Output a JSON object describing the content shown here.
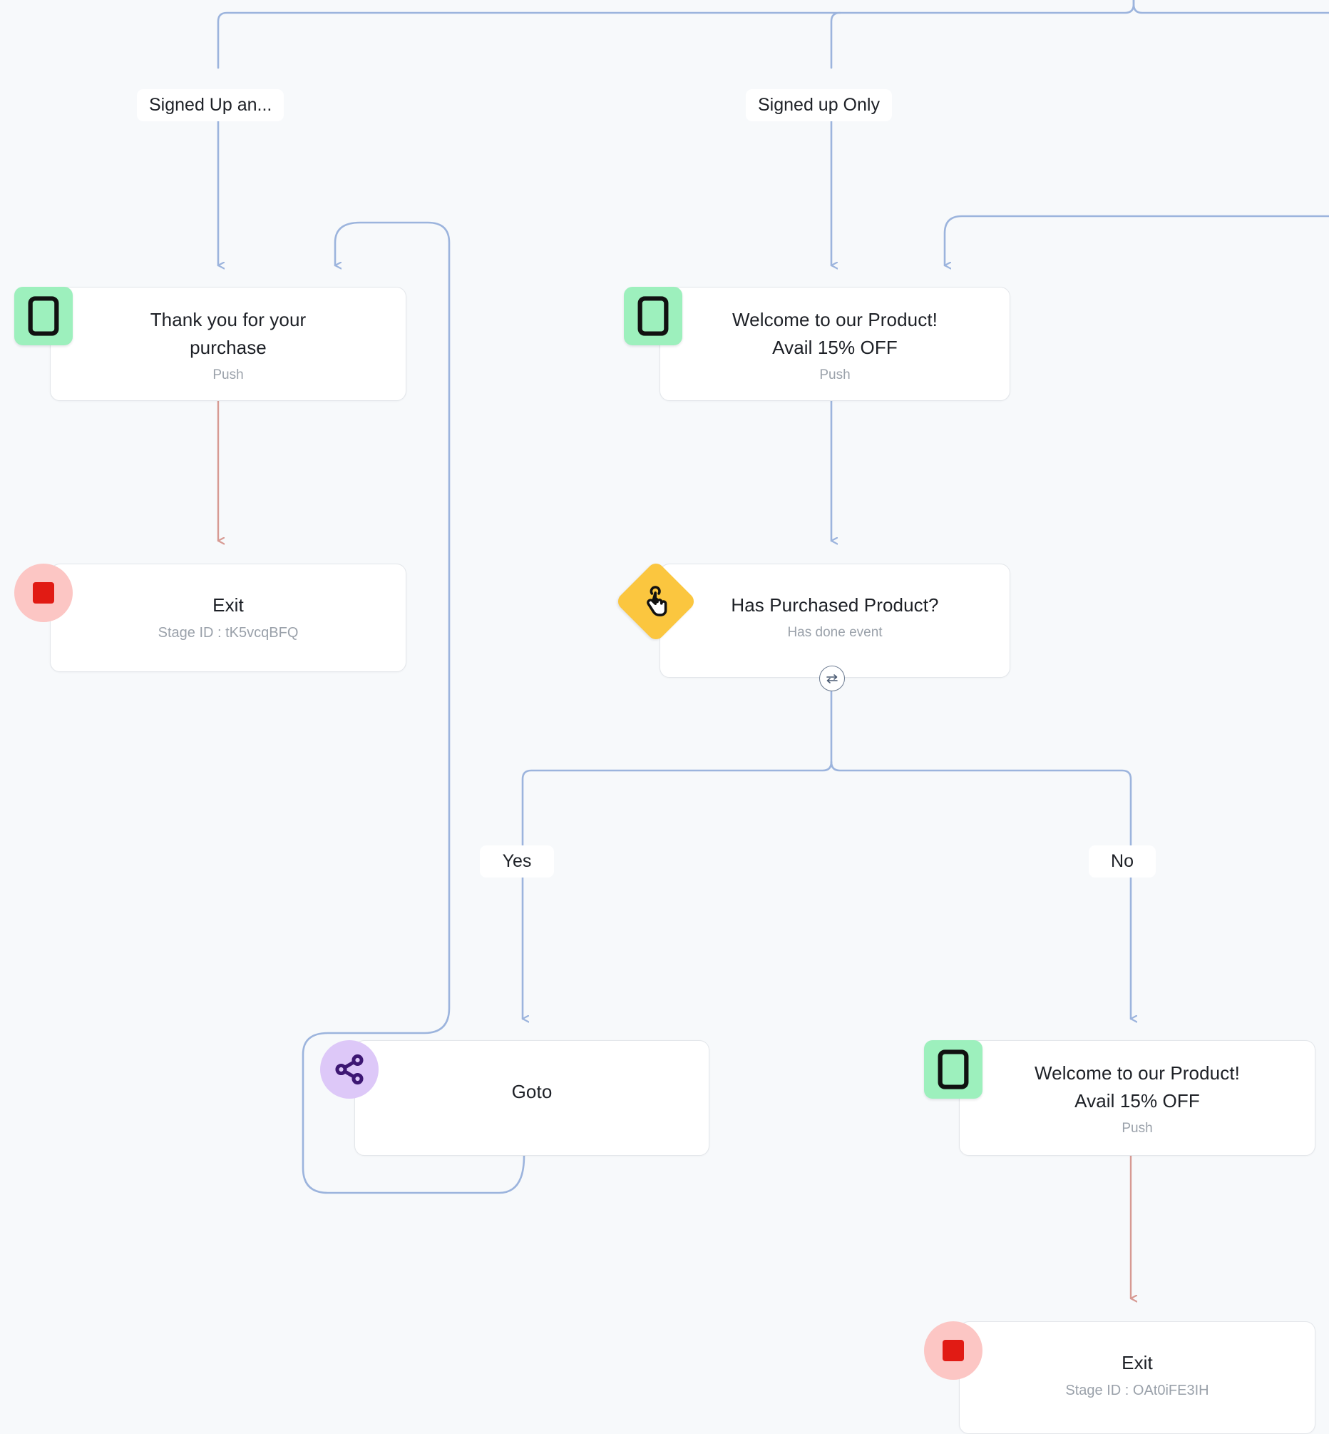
{
  "canvas": {
    "background": "#f7f9fb",
    "edge_color_blue": "#9cb4dd",
    "edge_color_red": "#d79a93",
    "accent_push": "#9df0bd",
    "accent_exit": "#fcc6c4",
    "accent_exit_square": "#e11b14",
    "accent_goto": "#ddc8f8",
    "accent_event": "#fbc63f"
  },
  "edge_labels": [
    {
      "id": "signed-up-and",
      "text": "Signed Up an..."
    },
    {
      "id": "signed-up-only",
      "text": "Signed up Only"
    },
    {
      "id": "yes",
      "text": "Yes"
    },
    {
      "id": "no",
      "text": "No"
    }
  ],
  "nodes": [
    {
      "id": "thank-you-push",
      "type": "push",
      "icon": "mobile-phone-icon",
      "title": "Thank you for your\npurchase",
      "subtitle": "Push"
    },
    {
      "id": "exit-left",
      "type": "exit",
      "icon": "stop-square-icon",
      "title": "Exit",
      "subtitle": "Stage ID : tK5vcqBFQ"
    },
    {
      "id": "welcome-push-top",
      "type": "push",
      "icon": "mobile-phone-icon",
      "title": "Welcome to our Product!\nAvail 15% OFF",
      "subtitle": "Push"
    },
    {
      "id": "has-purchased-event",
      "type": "event",
      "icon": "tap-hand-icon",
      "title": "Has Purchased  Product?",
      "subtitle": "Has done event",
      "handle_icon": "swap-arrows-icon"
    },
    {
      "id": "goto",
      "type": "goto",
      "icon": "share-network-icon",
      "title": "Goto",
      "subtitle": ""
    },
    {
      "id": "welcome-push-bottom",
      "type": "push",
      "icon": "mobile-phone-icon",
      "title": "Welcome to our Product!\nAvail 15% OFF",
      "subtitle": "Push"
    },
    {
      "id": "exit-right",
      "type": "exit",
      "icon": "stop-square-icon",
      "title": "Exit",
      "subtitle": "Stage ID : OAt0iFE3IH"
    }
  ]
}
